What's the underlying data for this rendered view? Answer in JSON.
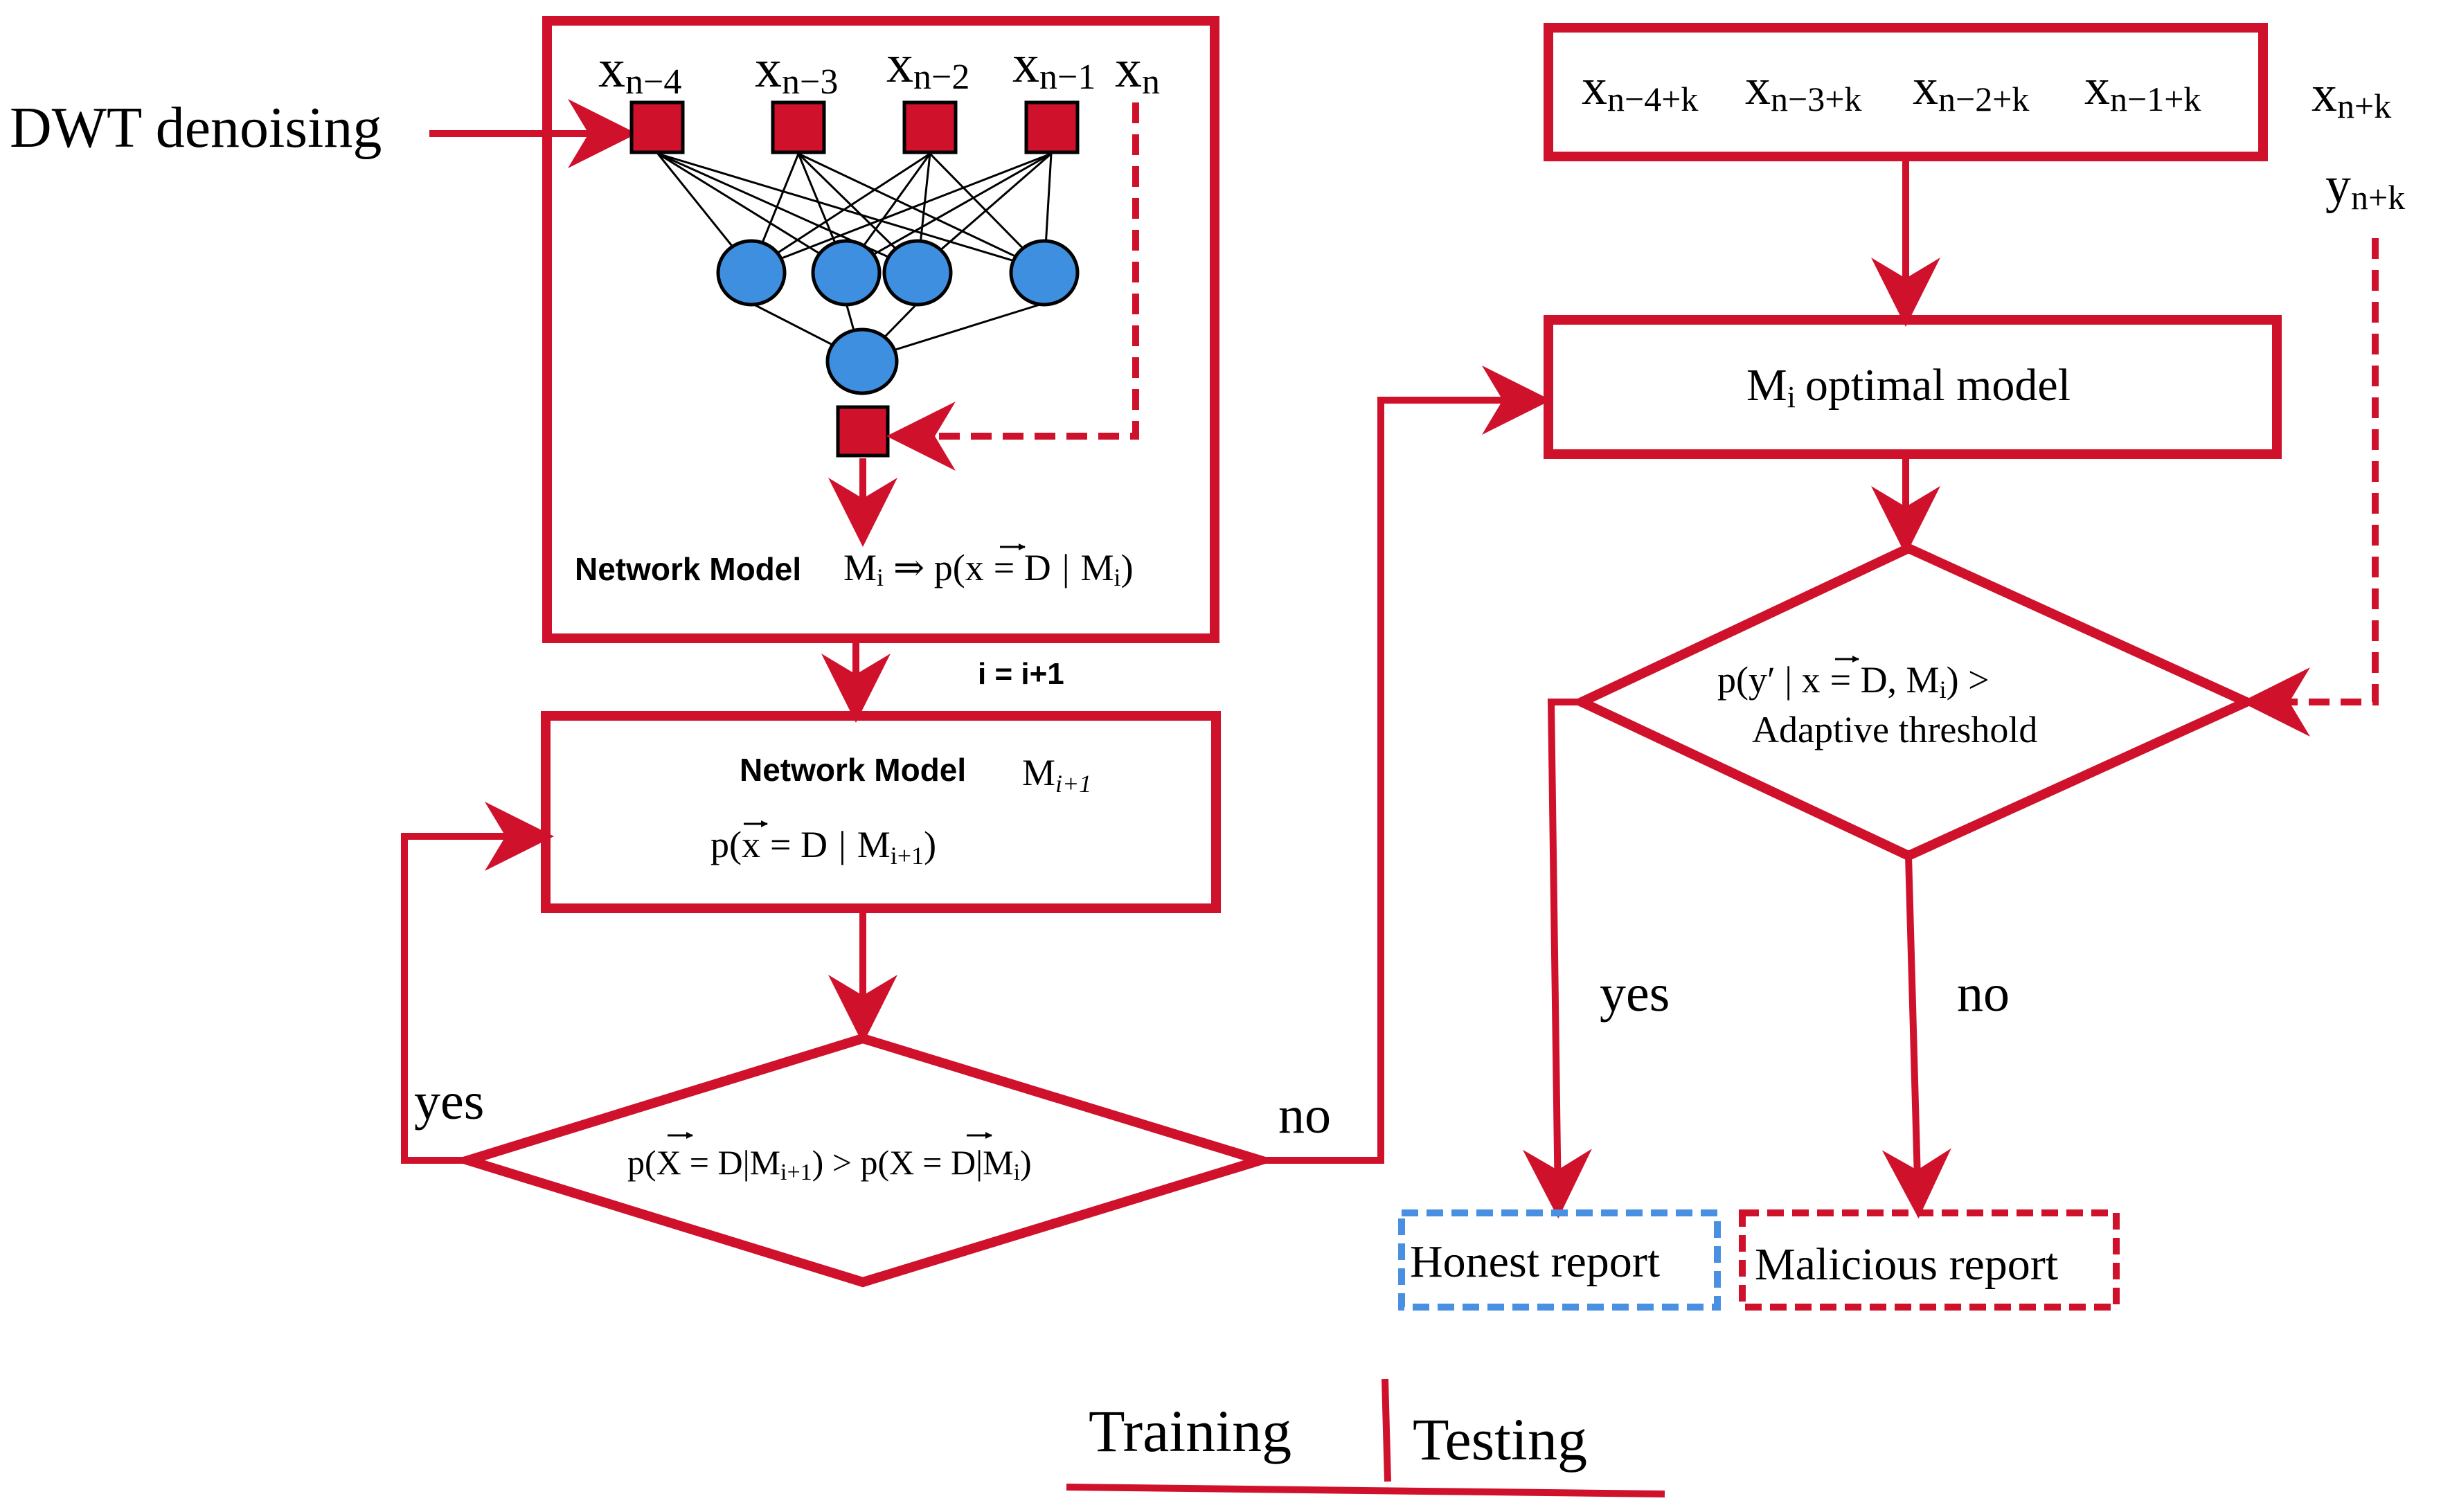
{
  "colors": {
    "red": "#d0112b",
    "node_blue": "#3f8fe0",
    "node_red": "#d0112b",
    "honest_border": "#4a90e2",
    "edge_black": "#000000",
    "text": "#000000"
  },
  "input_label": "DWT denoising",
  "training": {
    "inputs": [
      {
        "base": "x",
        "sub": "n−4"
      },
      {
        "base": "x",
        "sub": "n−3"
      },
      {
        "base": "x",
        "sub": "n−2"
      },
      {
        "base": "x",
        "sub": "n−1"
      },
      {
        "base": "x",
        "sub": "n"
      }
    ],
    "network_model_label": "Network Model",
    "network_model_formula": {
      "m": "M",
      "m_sub": "i",
      "arrow": "⇒ p(",
      "xvec": "x",
      "rest": "= D",
      "bar": "|",
      "rest2": "M",
      "rest2_sub": "i",
      "close": ")"
    },
    "iter_label": "i = i+1",
    "next_model_label": "Network Model",
    "next_model_m": "M",
    "next_model_m_sub": "i+1",
    "next_model_formula": {
      "p": "p(",
      "xvec": "x",
      "rest": "= D",
      "bar": "|",
      "m": "M",
      "m_sub": "i+1",
      "close": ")"
    },
    "decision": {
      "left": "p(",
      "xvec": "X",
      "mid": "= D|M",
      "mid_sub": "i+1",
      "gt": ") > p(",
      "xvec2": "X",
      "mid2": "= D|M",
      "mid2_sub": "i",
      "close": ")"
    },
    "yes_label": "yes",
    "no_label": "no"
  },
  "testing": {
    "inputs": [
      {
        "base": "x",
        "sub": "n−4+k"
      },
      {
        "base": "x",
        "sub": "n−3+k"
      },
      {
        "base": "x",
        "sub": "n−2+k"
      },
      {
        "base": "x",
        "sub": "n−1+k"
      }
    ],
    "x_next": {
      "base": "x",
      "sub": "n+k"
    },
    "y_next": {
      "base": "y",
      "sub": "n+k"
    },
    "optimal_model": {
      "m": "M",
      "m_sub": "i",
      "text": "optimal model"
    },
    "decision": {
      "p": "p(y′ | ",
      "xvec": "x",
      "rest": "= D, M",
      "rest_sub": "i",
      "close": ") >",
      "line2": "Adaptive threshold"
    },
    "yes_label": "yes",
    "no_label": "no",
    "honest_report": "Honest report",
    "malicious_report": "Malicious report"
  },
  "footer": {
    "training": "Training",
    "testing": "Testing"
  }
}
